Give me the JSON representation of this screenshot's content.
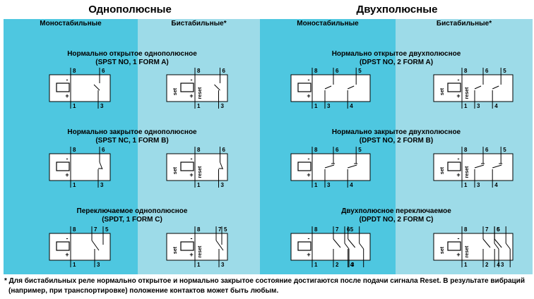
{
  "titles": {
    "left": "Однополюсные",
    "right": "Двухполюсные"
  },
  "columns": [
    {
      "label": "Моностабильные",
      "color": "#4ec7e0"
    },
    {
      "label": "Бистабильные*",
      "color": "#9ddbe8"
    },
    {
      "label": "Моностабильные",
      "color": "#4ec7e0"
    },
    {
      "label": "Бистабильные*",
      "color": "#9ddbe8"
    }
  ],
  "sections": [
    {
      "line1": "Нормально открытое однополюсное",
      "line2": "(SPST NO, 1 FORM A)"
    },
    {
      "line1": "Нормально закрытое однополюсное",
      "line2": "(SPST NC, 1 FORM B)"
    },
    {
      "line1": "Переключаемое однополюсное",
      "line2": "(SPDT, 1 FORM C)"
    },
    {
      "line1": "Нормально открытое двухполюсное",
      "line2": "(DPST NO, 2 FORM A)"
    },
    {
      "line1": "Нормально закрытое двухполюсное",
      "line2": "(DPST NO, 2 FORM B)"
    },
    {
      "line1": "Двухполюсное переключаемое",
      "line2": "(DPDT NO, 2 FORM C)"
    }
  ],
  "diagram_labels": {
    "set": "set",
    "reset": "reset",
    "minus": "-",
    "plus": "+"
  },
  "pins": {
    "spst": {
      "top": [
        "8",
        "6"
      ],
      "bottom": [
        "1",
        "3"
      ]
    },
    "spdt": {
      "top": [
        "8",
        "7",
        "5"
      ],
      "bottom": [
        "1",
        "3"
      ]
    },
    "dpst": {
      "top": [
        "8",
        "6",
        "5"
      ],
      "bottom": [
        "1",
        "3",
        "4"
      ]
    },
    "dpdt": {
      "top": [
        "8",
        "7",
        "6",
        "5"
      ],
      "bottom": [
        "1",
        "2",
        "3",
        "4"
      ]
    }
  },
  "footnote": {
    "line1": "* Для бистабильных реле нормально открытое и нормально закрытое состояние достигаются после подачи сигнала  Reset. В результате вибраций",
    "line2": "(например, при транспортировке) положение контактов может быть любым."
  }
}
